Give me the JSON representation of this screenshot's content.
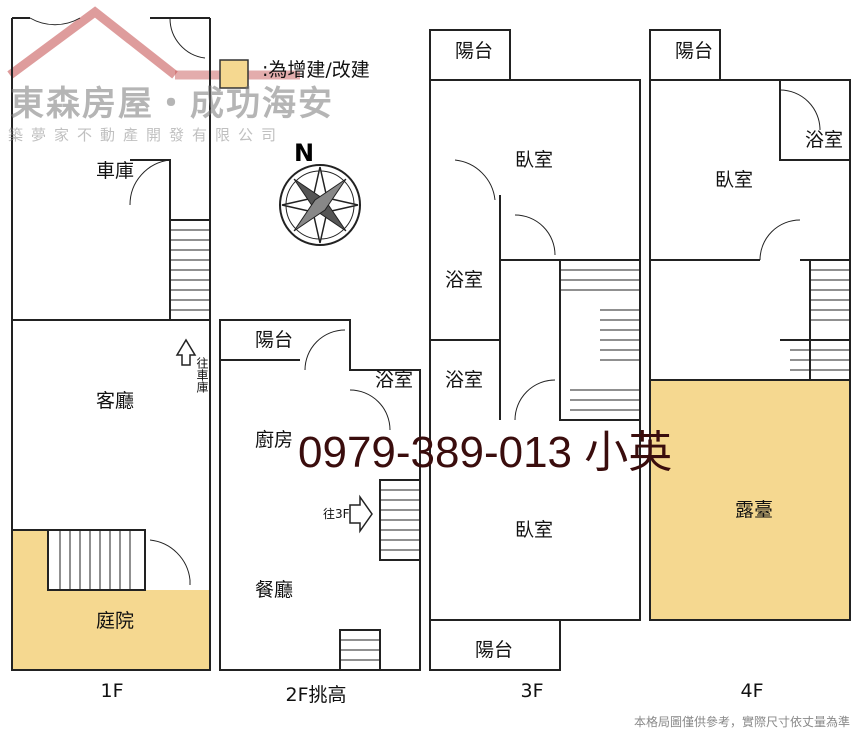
{
  "watermark": {
    "brand": "東森房屋・成功海安",
    "company": "築夢家不動產開發有限公司"
  },
  "legend": {
    "text": ":為增建/改建",
    "color": "#f5d890"
  },
  "compass": {
    "label": "N"
  },
  "floors": [
    {
      "label": "1F",
      "rooms": [
        "車庫",
        "客廳",
        "庭院"
      ],
      "note": "往車庫"
    },
    {
      "label": "2F挑高",
      "rooms": [
        "陽台",
        "浴室",
        "廚房",
        "餐廳"
      ],
      "note": "往3F"
    },
    {
      "label": "3F",
      "rooms": [
        "陽台",
        "臥室",
        "浴室",
        "浴室",
        "臥室",
        "陽台"
      ]
    },
    {
      "label": "4F",
      "rooms": [
        "陽台",
        "浴室",
        "臥室",
        "露臺"
      ]
    }
  ],
  "contact": "0979-389-013  小英",
  "disclaimer": "本格局圖僅供參考，實際尺寸依丈量為準"
}
